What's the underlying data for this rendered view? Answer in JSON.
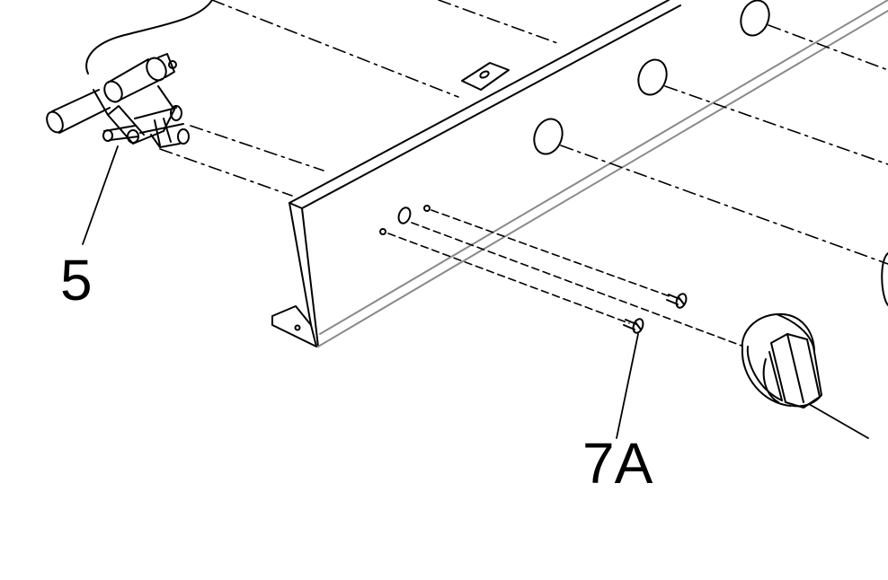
{
  "callouts": [
    {
      "id": "5",
      "label": "5"
    },
    {
      "id": "7A",
      "label": "7A"
    }
  ],
  "colors": {
    "line": "#000000",
    "panel_edge": "#8a8a8a",
    "background": "#ffffff"
  }
}
